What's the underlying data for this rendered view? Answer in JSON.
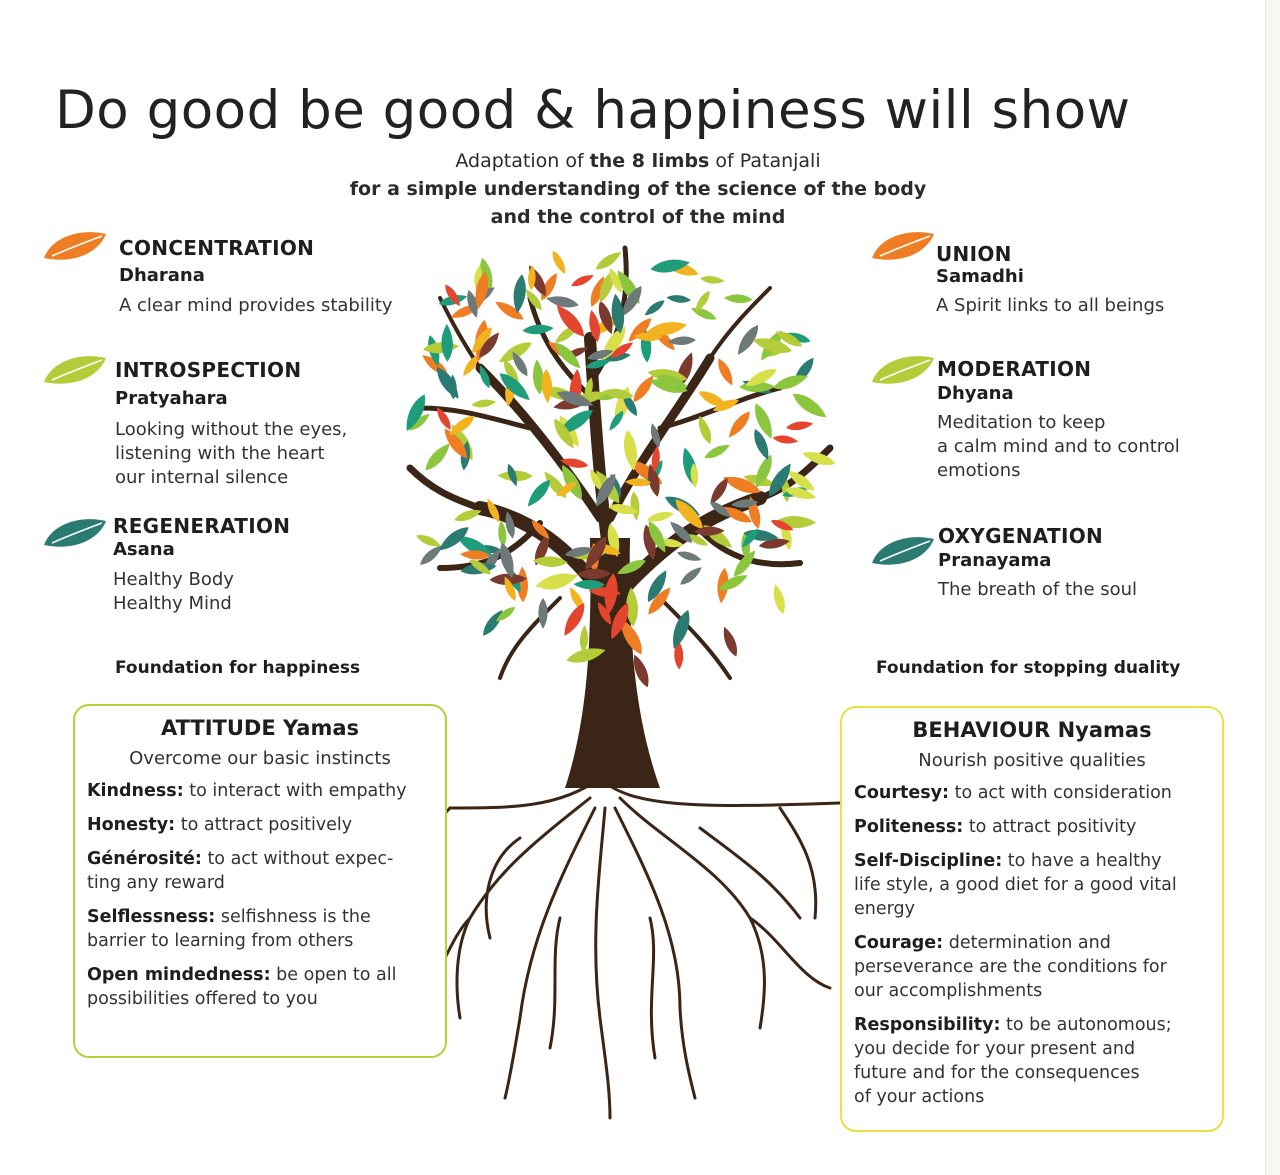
{
  "title": "Do good be good & happiness will show",
  "subtitle": {
    "line1_pre": "Adaptation of ",
    "line1_bold": "the 8 limbs",
    "line1_post": " of Patanjali",
    "line2": "for a simple understanding of the science of the body",
    "line3": "and the control of the mind"
  },
  "colors": {
    "orange": "#ee7d23",
    "lime": "#b5cc3a",
    "teal": "#2b7b73",
    "trunk": "#3b2516",
    "box_green": "#b7cd3e",
    "box_yellow": "#e9e142"
  },
  "limbs_left": [
    {
      "name": "CONCENTRATION",
      "sanskrit": "Dharana",
      "desc": "A clear mind provides stability",
      "icon": "leaf-icon",
      "color": "orange"
    },
    {
      "name": "INTROSPECTION",
      "sanskrit": "Pratyahara",
      "desc": "Looking without the eyes,\nlistening with the heart\nour internal silence",
      "icon": "leaf-icon",
      "color": "lime"
    },
    {
      "name": "REGENERATION",
      "sanskrit": "Asana",
      "desc": "Healthy Body\nHealthy Mind",
      "icon": "leaf-icon",
      "color": "teal"
    }
  ],
  "limbs_right": [
    {
      "name": "UNION",
      "sanskrit": "Samadhi",
      "desc": "A Spirit links to all beings",
      "icon": "leaf-icon",
      "color": "orange"
    },
    {
      "name": "MODERATION",
      "sanskrit": "Dhyana",
      "desc": "Meditation to keep\na calm mind and to control\nemotions",
      "icon": "leaf-icon",
      "color": "lime"
    },
    {
      "name": "OXYGENATION",
      "sanskrit": "Pranayama",
      "desc": "The breath of the soul",
      "icon": "leaf-icon",
      "color": "teal"
    }
  ],
  "foundation_left": "Foundation for happiness",
  "foundation_right": "Foundation for stopping duality",
  "box_left": {
    "title": "ATTITUDE Yamas",
    "subtitle": "Overcome our basic instincts",
    "items": [
      {
        "term": "Kindness:",
        "text": " to interact with empathy"
      },
      {
        "term": "Honesty:",
        "text": " to attract positively"
      },
      {
        "term": "Générosité:",
        "text": " to act without expec-\nting any reward"
      },
      {
        "term": "Selflessness:",
        "text": " selfishness is the\nbarrier to learning from others"
      },
      {
        "term": "Open mindedness:",
        "text": " be open to all\npossibilities offered to you"
      }
    ]
  },
  "box_right": {
    "title": "BEHAVIOUR Nyamas",
    "subtitle": "Nourish positive qualities",
    "items": [
      {
        "term": "Courtesy:",
        "text": " to act with consideration"
      },
      {
        "term": "Politeness:",
        "text": " to attract positivity"
      },
      {
        "term": "Self-Discipline:",
        "text": " to have a healthy\nlife style, a good diet for a good vital\nenergy"
      },
      {
        "term": "Courage:",
        "text": " determination and\nperseverance are the conditions for\nour accomplishments"
      },
      {
        "term": "Responsibility:",
        "text": " to be autonomous;\nyou decide for your present and\nfuture and for the consequences\nof your actions"
      }
    ]
  }
}
